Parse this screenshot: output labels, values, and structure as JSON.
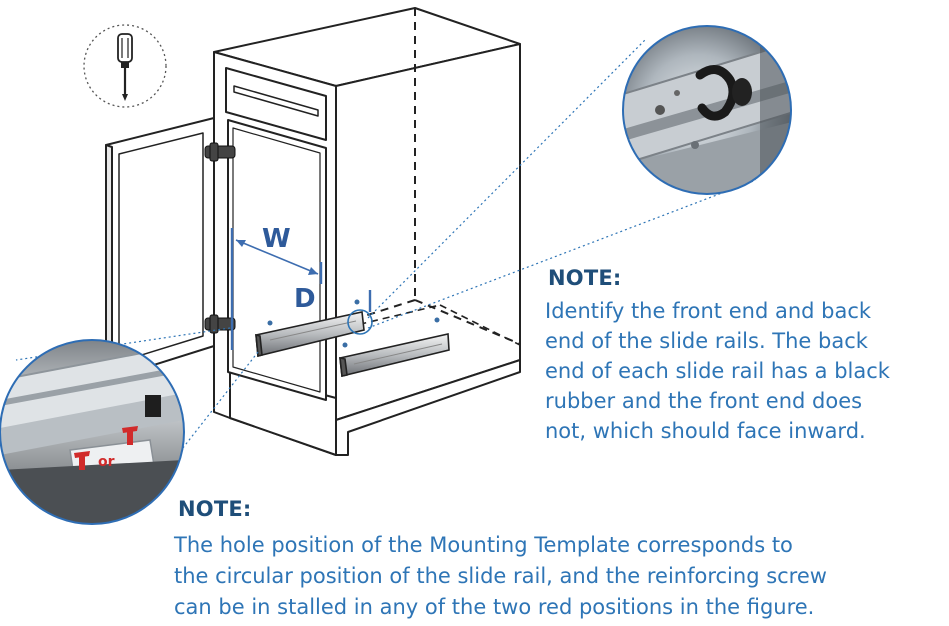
{
  "dimensions": {
    "width_label": "W",
    "depth_label": "D"
  },
  "note_right": {
    "title": "NOTE:",
    "lines": [
      "Identify the front end and back",
      "end of the slide rails. The back",
      "end of each slide rail has a black",
      "rubber and the front end does",
      "not, which should face inward."
    ]
  },
  "note_bottom": {
    "title": "NOTE:",
    "lines": [
      "The hole position of the Mounting Template corresponds to",
      "the circular position of the slide rail, and the reinforcing screw",
      "can be in stalled in any of the two red positions in the figure."
    ]
  },
  "inset_label": "or",
  "icons": {
    "tool": "screwdriver-icon"
  },
  "colors": {
    "accent_blue": "#2e75b6",
    "title_blue": "#1f4e79",
    "dimension_blue": "#2e5a9a",
    "screw_red": "#d12b2b"
  }
}
